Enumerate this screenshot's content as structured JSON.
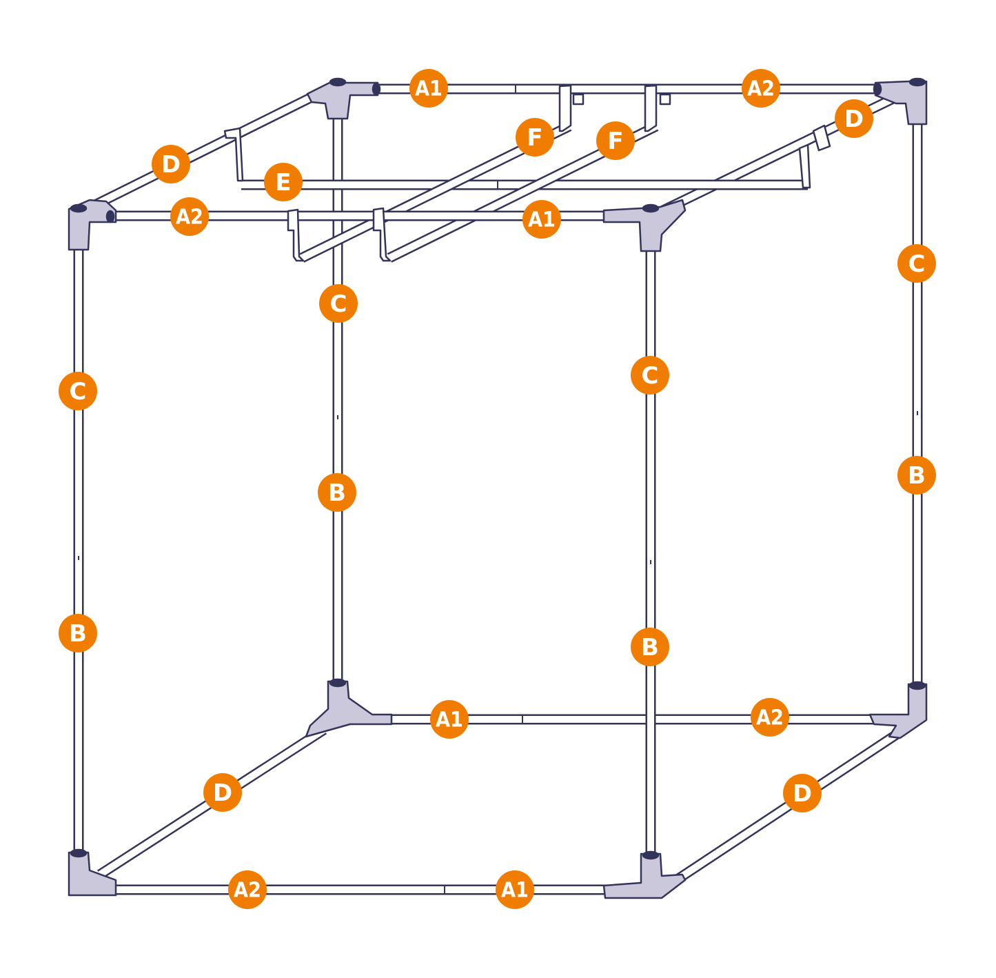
{
  "colors": {
    "outline": "#34335a",
    "pipe_fill": "#ffffff",
    "connector_fill": "#cbc8dc",
    "label_fill": "#f07d00",
    "label_text": "#ffffff",
    "background": "#ffffff"
  },
  "labels": {
    "top_back_left": "A1",
    "top_back_right": "A2",
    "top_back_right_depth": "D",
    "top_left_depth": "D",
    "top_front_left": "A2",
    "top_front_right": "A1",
    "crossbar_e": "E",
    "hanger_f1": "F",
    "hanger_f2": "F",
    "front_left_upper": "C",
    "front_left_lower": "B",
    "back_left_upper": "C",
    "back_left_lower": "B",
    "front_right_upper": "C",
    "front_right_lower": "B",
    "back_right_upper": "C",
    "back_right_lower": "B",
    "bottom_back_left": "A1",
    "bottom_back_right": "A2",
    "bottom_left_depth": "D",
    "bottom_right_depth": "D",
    "bottom_front_left": "A2",
    "bottom_front_right": "A1"
  }
}
